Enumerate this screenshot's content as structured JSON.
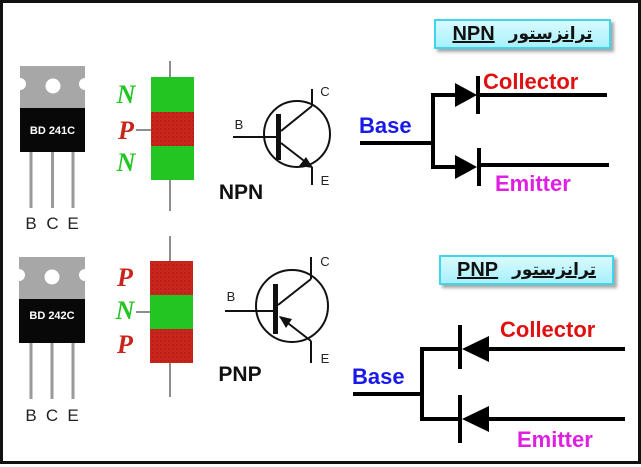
{
  "colors": {
    "n_layer": "#22c522",
    "p_layer": "#c8261c",
    "collector_label": "#e01010",
    "emitter_label": "#e020e0",
    "base_label": "#1a1ae8",
    "title_box_fill": "#b8f3fc",
    "title_box_border": "#3fd6ec"
  },
  "npn": {
    "package_label": "BD 241C",
    "pins": [
      "B",
      "C",
      "E"
    ],
    "layers": [
      "N",
      "P",
      "N"
    ],
    "symbol_terminals": {
      "base": "B",
      "collector": "C",
      "emitter": "E"
    },
    "type_label": "NPN",
    "title_box": {
      "latin": "NPN",
      "arabic": "ترانزستور"
    },
    "diode_model": {
      "base": "Base",
      "collector": "Collector",
      "emitter": "Emitter",
      "arrow_direction": "base-to-terminals"
    }
  },
  "pnp": {
    "package_label": "BD 242C",
    "pins": [
      "B",
      "C",
      "E"
    ],
    "layers": [
      "P",
      "N",
      "P"
    ],
    "symbol_terminals": {
      "base": "B",
      "collector": "C",
      "emitter": "E"
    },
    "type_label": "PNP",
    "title_box": {
      "latin": "PNP",
      "arabic": "ترانزستور"
    },
    "diode_model": {
      "base": "Base",
      "collector": "Collector",
      "emitter": "Emitter",
      "arrow_direction": "terminals-to-base"
    }
  }
}
